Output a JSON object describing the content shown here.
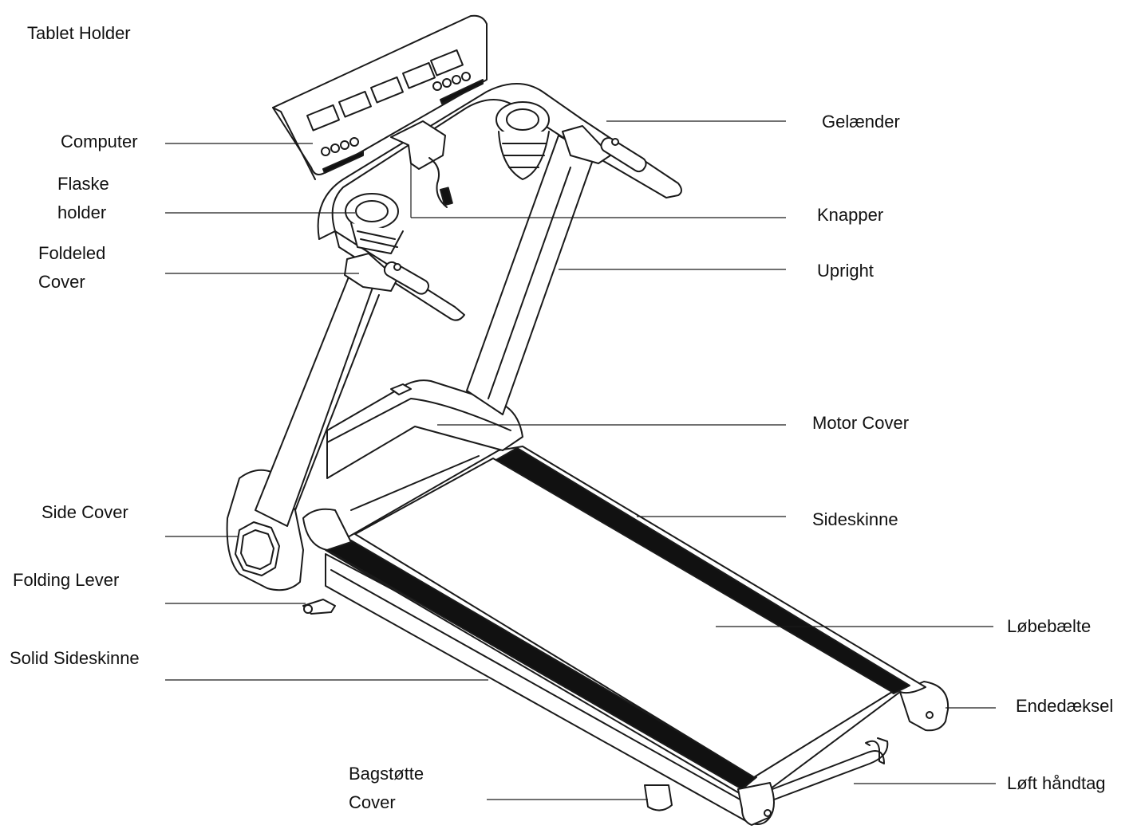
{
  "diagram": {
    "labels": {
      "tablet_holder": "Tablet Holder",
      "computer": "Computer",
      "flaske_holder": [
        "Flaske",
        "holder"
      ],
      "foldeled_cover": [
        "Foldeled",
        "Cover"
      ],
      "side_cover": "Side Cover",
      "folding_lever": "Folding Lever",
      "solid_sideskinne": "Solid Sideskinne",
      "bagstotte_cover": [
        "Bagstøtte",
        "Cover"
      ],
      "gelaender": "Gelænder",
      "knapper": "Knapper",
      "upright": "Upright",
      "motor_cover": "Motor Cover",
      "sideskinne": "Sideskinne",
      "lobebaelte": "Løbebælte",
      "endedaeksel": "Endedæksel",
      "loft_handtag": "Løft håndtag"
    }
  }
}
